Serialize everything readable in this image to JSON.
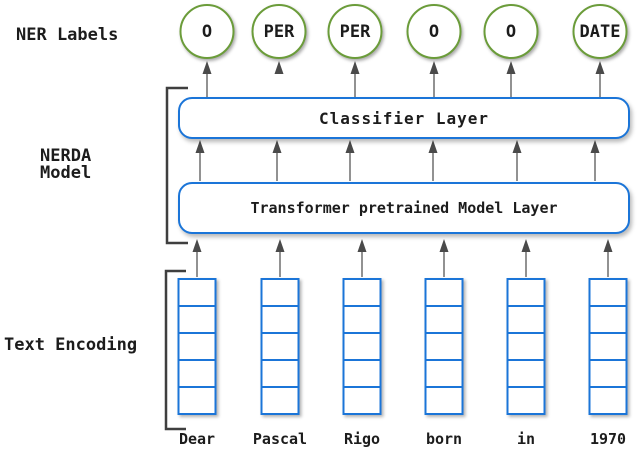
{
  "labels": {
    "ner_labels": "NER Labels",
    "nerda_model": "NERDA\nModel",
    "text_encoding": "Text Encoding"
  },
  "ner_label_circles": [
    "O",
    "PER",
    "PER",
    "O",
    "O",
    "DATE"
  ],
  "layers": {
    "classifier": "Classifier Layer",
    "transformer": "Transformer pretrained Model Layer"
  },
  "tokens": [
    "Dear",
    "Pascal",
    "Rigo",
    "born",
    "in",
    "1970"
  ],
  "encoding": {
    "columns": 6,
    "cells_per_column": 5
  },
  "colors": {
    "background": "#ffffff",
    "circle_border_green": "#6b9c3a",
    "box_border_blue": "#1b75d8",
    "arrow_line": "#6e6e6e",
    "arrow_head": "#4a4a4a",
    "bracket": "#3f3f3f",
    "text": "#1c1c1c"
  }
}
